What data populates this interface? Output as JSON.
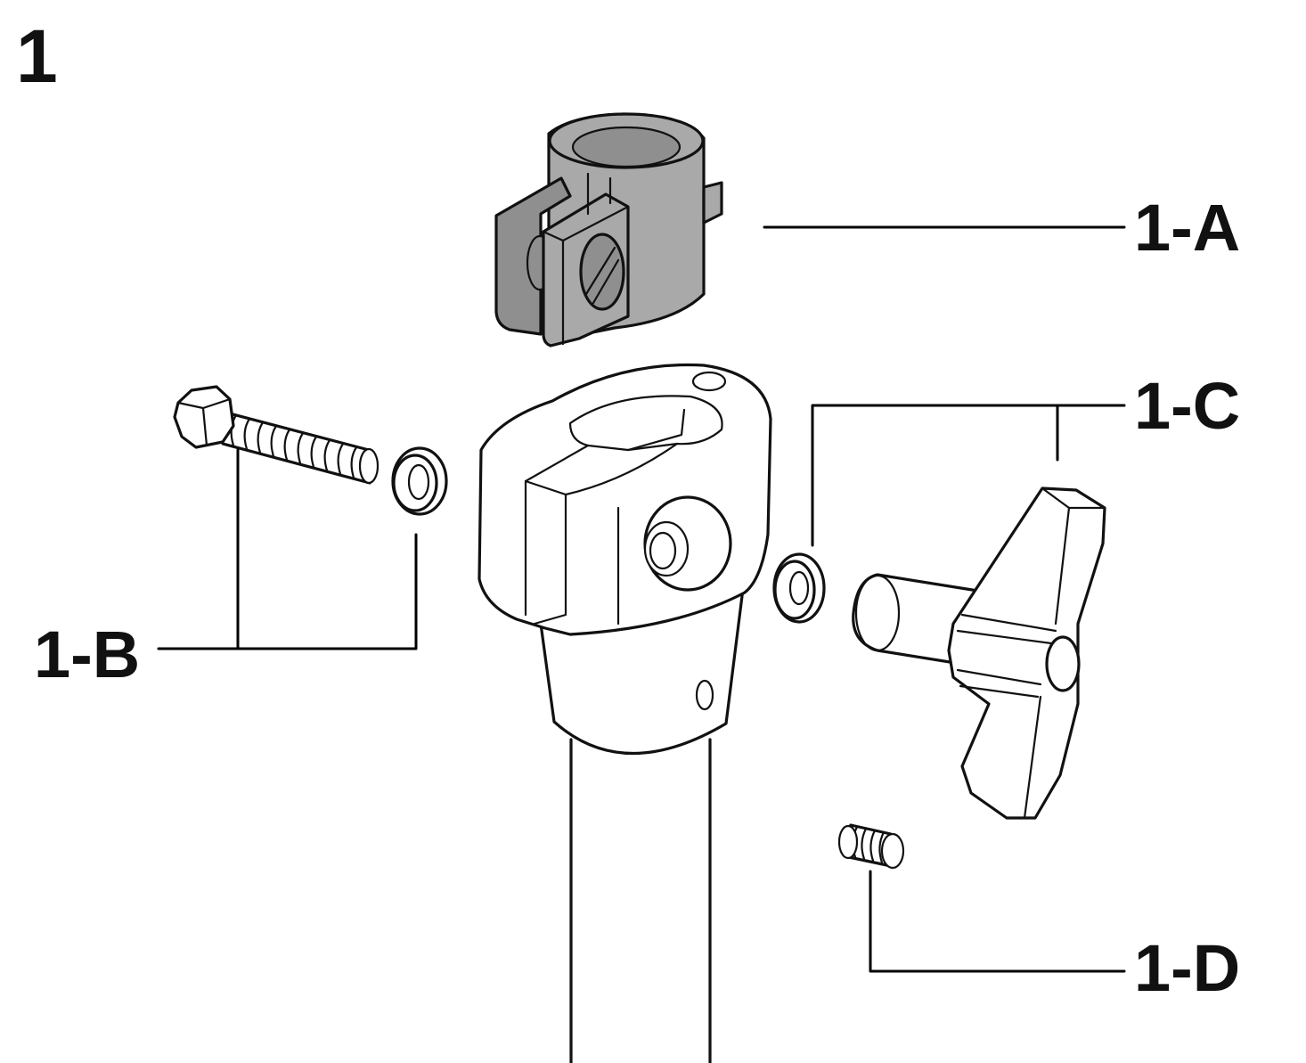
{
  "figure": {
    "step_number": "1",
    "callouts": {
      "a": "1-A",
      "b": "1-B",
      "c": "1-C",
      "d": "1-D"
    }
  },
  "colors": {
    "line": "#000000",
    "part_fill": "#ffffff",
    "insert_fill": "#a9a9a9",
    "insert_shade": "#8f8f8f"
  }
}
